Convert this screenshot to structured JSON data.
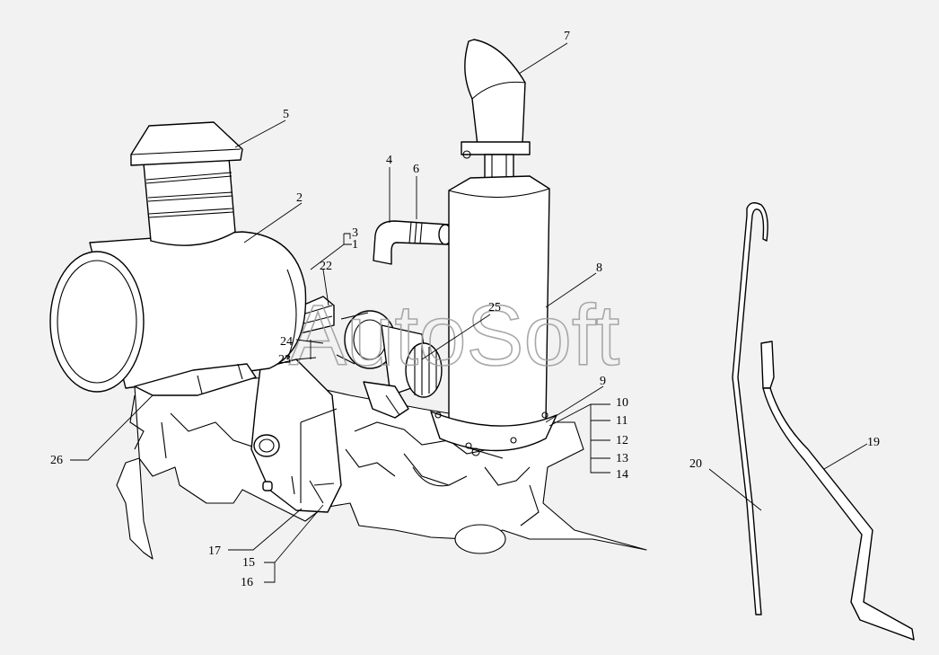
{
  "watermark": "AutoSoft",
  "callouts": {
    "c1": "1",
    "c2": "2",
    "c3": "3",
    "c4": "4",
    "c5": "5",
    "c6": "6",
    "c7": "7",
    "c8": "8",
    "c9": "9",
    "c10": "10",
    "c11": "11",
    "c12": "12",
    "c13": "13",
    "c14": "14",
    "c15": "15",
    "c16": "16",
    "c17": "17",
    "c19": "19",
    "c20": "20",
    "c22": "22",
    "c23": "23",
    "c24": "24",
    "c25": "25",
    "c26": "26"
  },
  "colors": {
    "background": "#f2f2f2",
    "line": "#000000",
    "watermark": "#9a9a9a"
  }
}
